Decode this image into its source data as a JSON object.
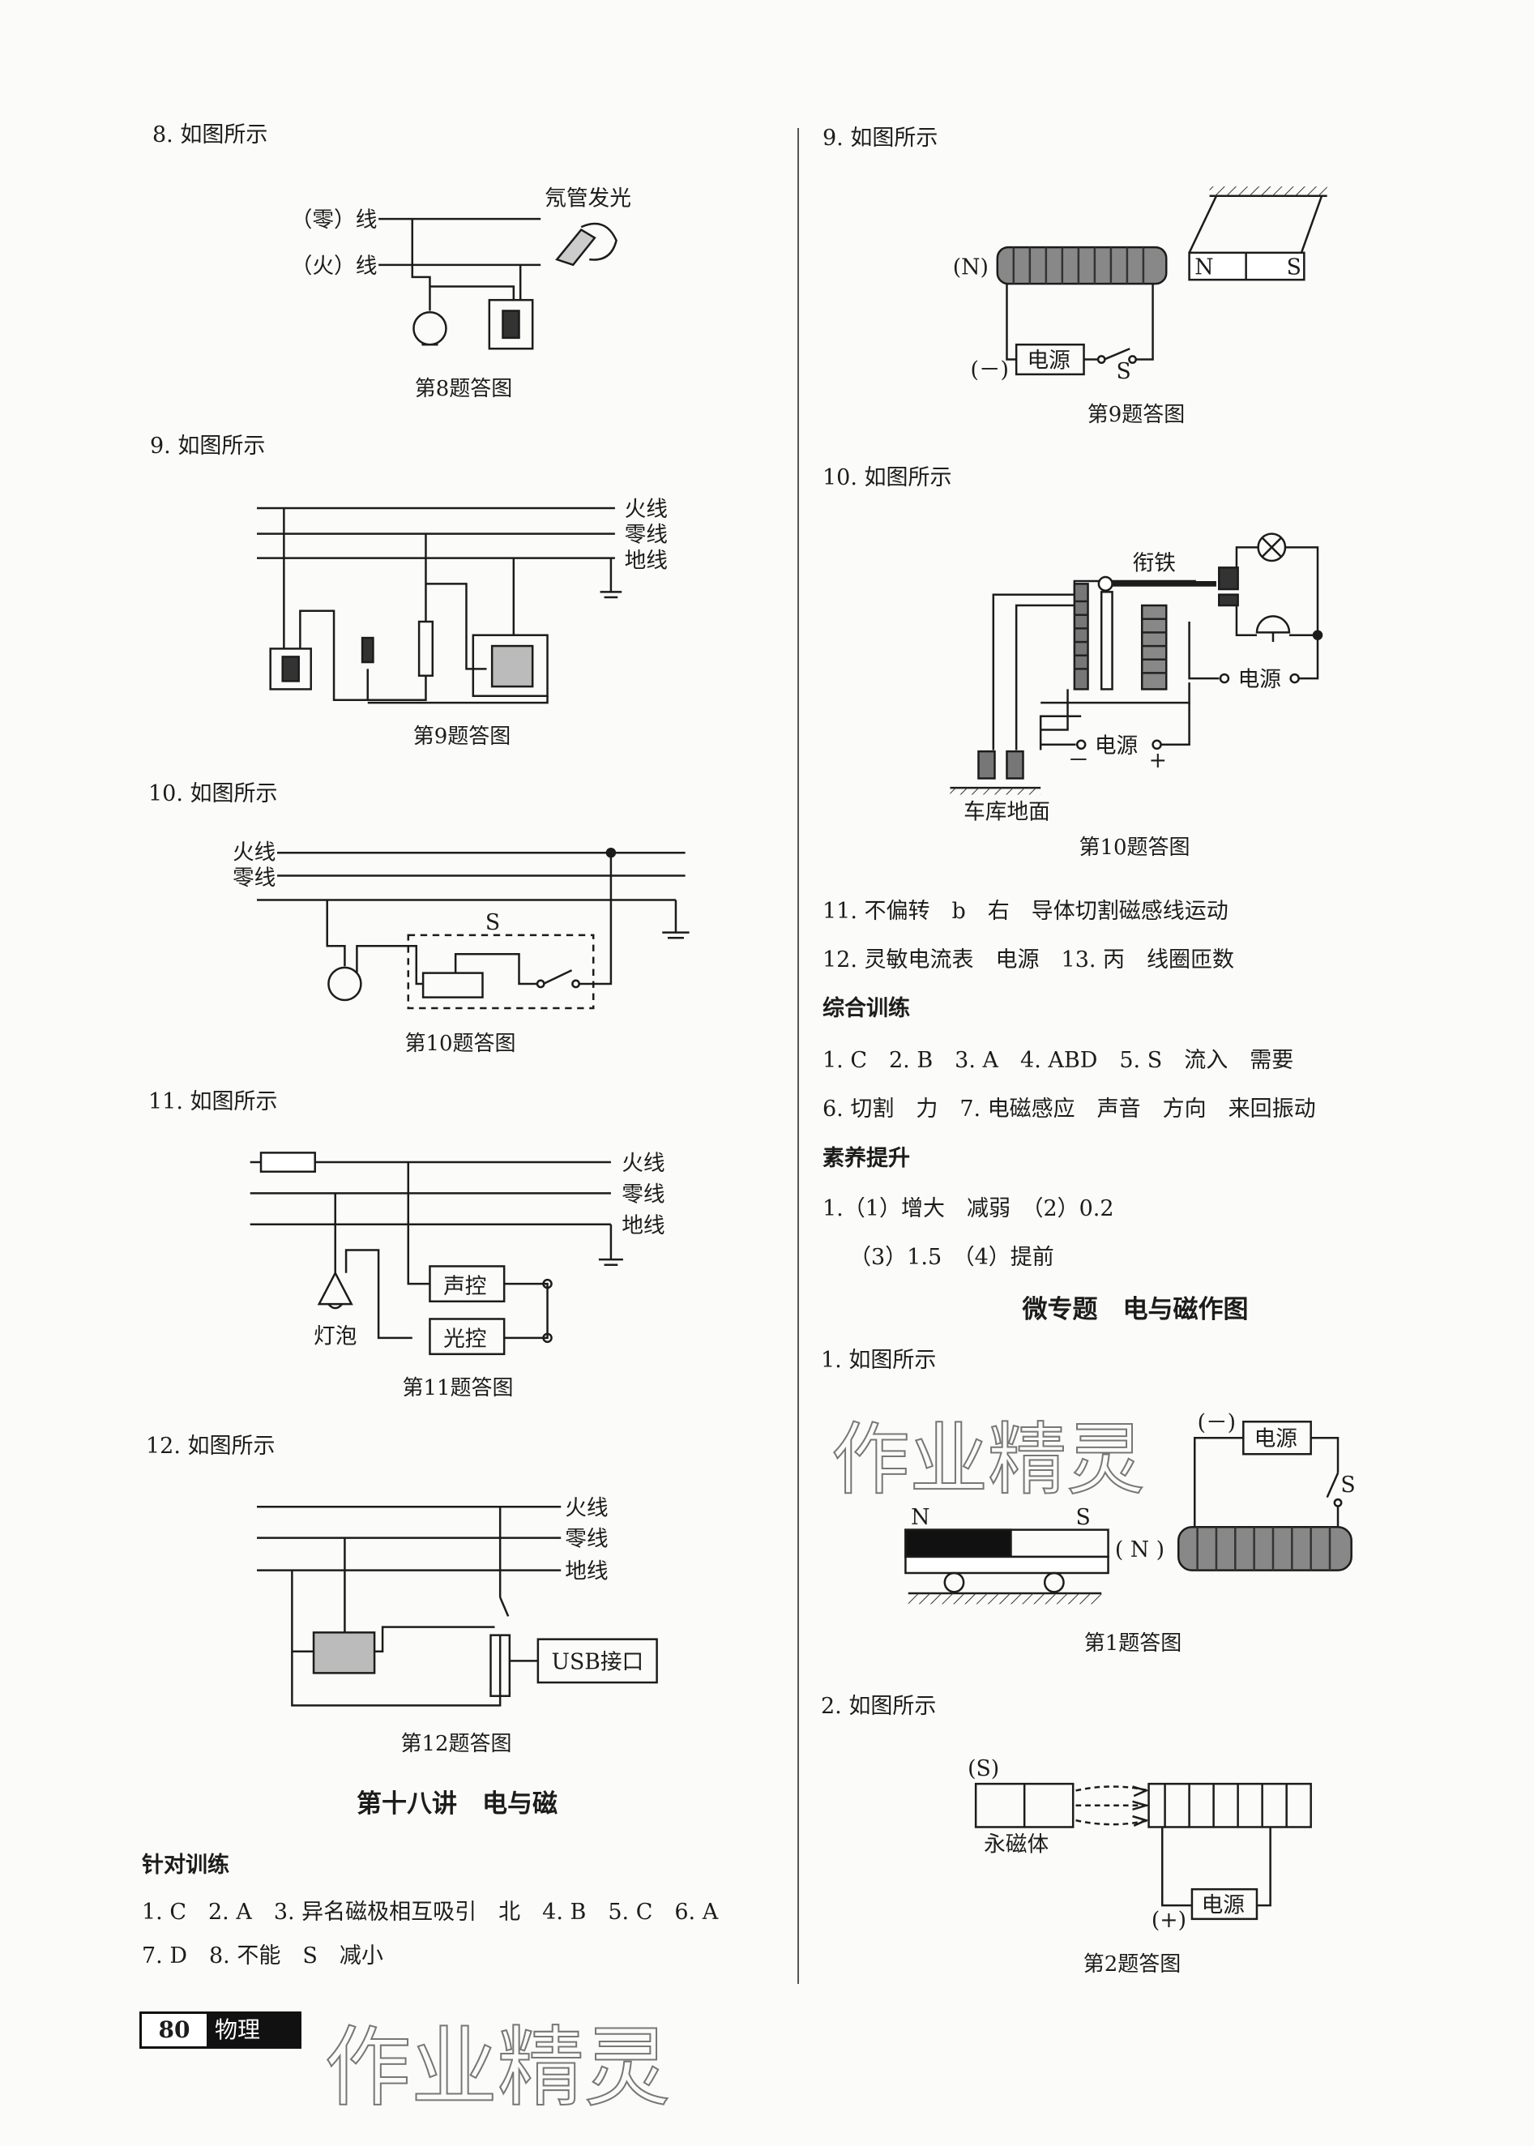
{
  "left": {
    "q8": {
      "label": "8. 如图所示",
      "caption": "第8题答图",
      "neutral": "（零）线",
      "live": "（火）线",
      "tester": "氖管发光"
    },
    "q9": {
      "label": "9. 如图所示",
      "caption": "第9题答图",
      "live": "火线",
      "neutral": "零线",
      "earth": "地线"
    },
    "q10": {
      "label": "10. 如图所示",
      "caption": "第10题答图",
      "live": "火线",
      "neutral": "零线",
      "switch": "S"
    },
    "q11": {
      "label": "11. 如图所示",
      "caption": "第11题答图",
      "live": "火线",
      "neutral": "零线",
      "earth": "地线",
      "sound": "声控",
      "light": "光控",
      "bulb": "灯泡"
    },
    "q12": {
      "label": "12. 如图所示",
      "caption": "第12题答图",
      "live": "火线",
      "neutral": "零线",
      "earth": "地线",
      "usb": "USB接口"
    },
    "chapter_title": "第十八讲　电与磁",
    "section1": "针对训练",
    "answers": [
      "1. C　2. A　3. 异名磁极相互吸引　北　4. B　5. C　6. A",
      "7. D　8. 不能　S　减小"
    ]
  },
  "right": {
    "q9": {
      "label": "9. 如图所示",
      "caption": "第9题答图",
      "pole": "(N)",
      "magnet_n": "N",
      "magnet_s": "S",
      "power": "电源",
      "minus": "(－)",
      "switch": "S"
    },
    "q10": {
      "label": "10. 如图所示",
      "caption": "第10题答图",
      "armature": "衔铁",
      "power1": "电源",
      "power2": "电源",
      "minus": "－",
      "plus": "+",
      "ground": "车库地面"
    },
    "answers1": [
      "11. 不偏转　b　右　导体切割磁感线运动",
      "12. 灵敏电流表　电源　13. 丙　线圈匝数"
    ],
    "section2": "综合训练",
    "answers2": [
      "1. C　2. B　3. A　4. ABD　5. S　流入　需要",
      "6. 切割　力　7. 电磁感应　声音　方向　来回振动"
    ],
    "section3": "素养提升",
    "answers3": [
      "1.（1）增大　减弱　（2）0.2",
      "（3）1.5　（4）提前"
    ],
    "micro_title": "微专题　电与磁作图",
    "m1": {
      "label": "1. 如图所示",
      "caption": "第1题答图",
      "minus": "(－)",
      "power": "电源",
      "switch": "S",
      "n": "N",
      "s": "S",
      "pole": "( N )"
    },
    "m2": {
      "label": "2. 如图所示",
      "caption": "第2题答图",
      "pole": "(S)",
      "magnet": "永磁体",
      "power": "电源",
      "plus": "(+)"
    }
  },
  "footer": {
    "page": "80",
    "subject": "物理"
  },
  "watermark": "作业精灵"
}
